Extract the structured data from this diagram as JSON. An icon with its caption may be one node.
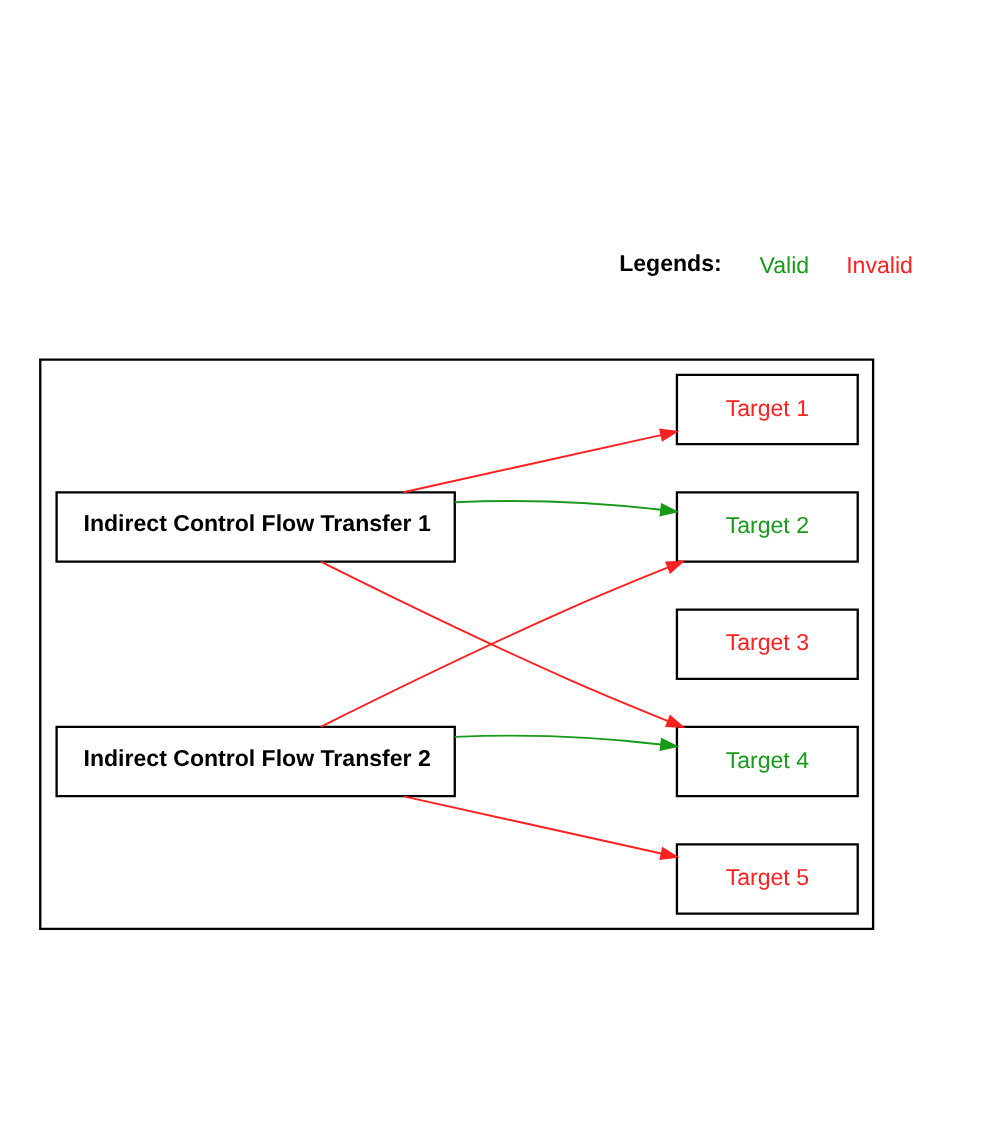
{
  "diagram": {
    "nodes": [
      {
        "text": [],
        "shape": "box"
      },
      {
        "text": [
          "Indirect Control Flow Transfer 1"
        ],
        "in": 0
      },
      {
        "text": [
          "Indirect Control Flow Transfer 2"
        ],
        "in": 0
      },
      {
        "text": [
          "Target 1"
        ],
        "in": 0
      },
      {
        "text": [
          "Target 2"
        ],
        "in": 0
      },
      {
        "text": [
          "Target 3"
        ],
        "in": 0
      },
      {
        "text": [
          "Target 4"
        ],
        "in": 0
      },
      {
        "text": [
          "Target 5"
        ],
        "in": 0
      }
    ],
    "edges": [
      {
        "from": 1,
        "to": 3,
        "arrow": "to"
      },
      {
        "from": 1,
        "to": 4,
        "arrow": "to",
        "color": "#1a9a1a"
      },
      {
        "from": 1,
        "to": 6,
        "arrow": "to"
      },
      {
        "from": 2,
        "to": 4,
        "arrow": "to"
      },
      {
        "from": 2,
        "to": 6,
        "arrow": "to",
        "color": "#1a9a1a"
      },
      {
        "from": 2,
        "to": 7,
        "arrow": "to"
      }
    ],
    "labels": [
      "Legends:"
    ],
    "legend": [
      {
        "text": "Valid",
        "color": "#1a9a1a"
      },
      {
        "text": "Invalid",
        "color": "#ff2020"
      }
    ]
  }
}
